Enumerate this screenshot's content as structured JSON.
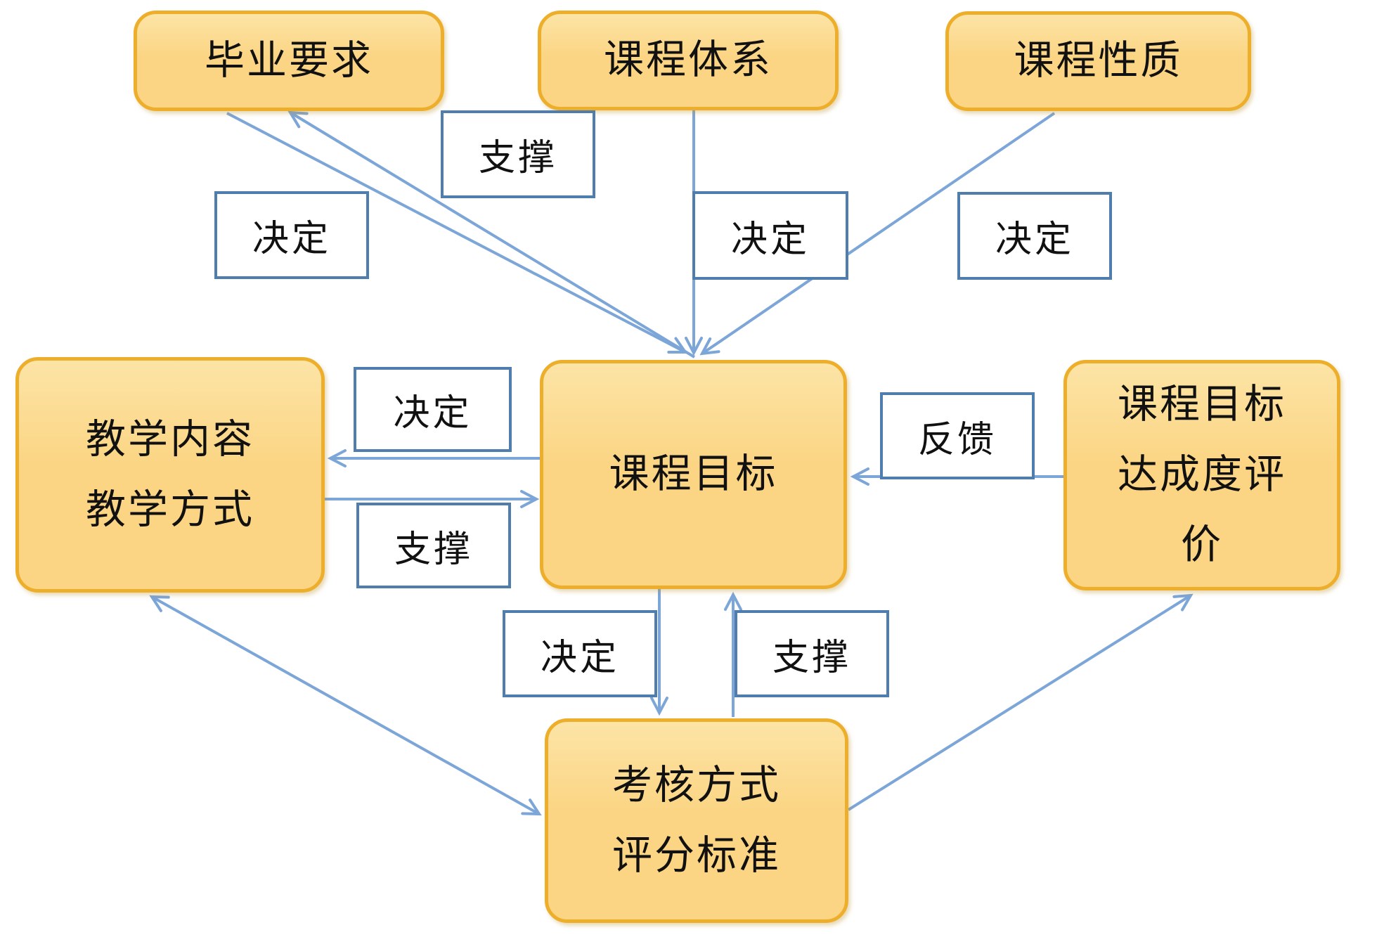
{
  "diagram": {
    "nodes": {
      "graduation": {
        "label": "毕业要求"
      },
      "system": {
        "label": "课程体系"
      },
      "nature": {
        "label": "课程性质"
      },
      "teaching": {
        "label": "教学内容\n教学方式"
      },
      "objective": {
        "label": "课程目标"
      },
      "evaluation": {
        "label": "课程目标\n达成度评\n价"
      },
      "assessment": {
        "label": "考核方式\n评分标准"
      }
    },
    "edge_labels": {
      "support_top": "支撑",
      "decide_top_left": "决定",
      "decide_top_mid": "决定",
      "decide_top_right": "决定",
      "decide_mid_left": "决定",
      "support_mid_left": "支撑",
      "feedback": "反馈",
      "decide_bottom": "决定",
      "support_bottom": "支撑"
    },
    "colors": {
      "node_fill": "#FBD584",
      "node_fill_light": "#FCE4A6",
      "node_border": "#EDAE2B",
      "label_border": "#4F7DAE",
      "label_fill": "#FFFFFF",
      "arrow": "#7CA5D8",
      "text": "#111111"
    }
  }
}
